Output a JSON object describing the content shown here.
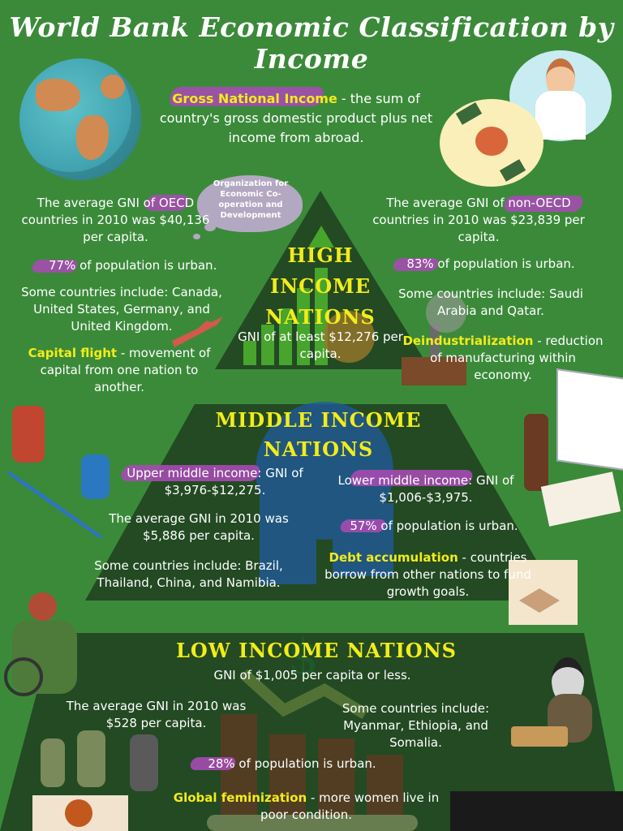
{
  "title": "World Bank Economic Classification by Income",
  "gni_definition": {
    "term": "Gross National Income",
    "text": "- the sum of country's gross domestic product plus net income from abroad."
  },
  "bubble": "Organization for Economic Co-operation and Development",
  "high": {
    "heading_1": "HIGH",
    "heading_2": "INCOME",
    "heading_3": "NATIONS",
    "threshold": "GNI of at least $12,276 per capita.",
    "oecd_gni_prefix": "The average GNI of",
    "oecd_term": "OECD",
    "oecd_gni_suffix": "countries in 2010 was $40,136 per capita.",
    "oecd_urban": "77% of population is urban.",
    "oecd_countries": "Some countries include: Canada, United States, Germany, and United Kingdom.",
    "capital_flight_term": "Capital flight",
    "capital_flight_text": "- movement of capital from one nation to another.",
    "non_oecd_gni_prefix": "The average GNI of",
    "non_oecd_term": "non-OECD",
    "non_oecd_gni_suffix": "countries in 2010 was $23,839 per capita.",
    "non_oecd_urban": "83% of population is urban.",
    "non_oecd_countries": "Some countries include: Saudi Arabia and Qatar.",
    "deind_term": "Deindustrialization",
    "deind_text": "- reduction of manufacturing within economy."
  },
  "middle": {
    "heading_1": "MIDDLE INCOME",
    "heading_2": "NATIONS",
    "upper": "Upper middle income: GNI of $3,976-$12,275.",
    "upper_avg": "The average GNI in 2010 was $5,886 per capita.",
    "upper_countries": "Some countries include: Brazil, Thailand, China, and Namibia.",
    "lower": "Lower middle income: GNI of $1,006-$3,975.",
    "lower_urban": "57% of population is urban.",
    "debt_term": "Debt accumulation",
    "debt_text": "- countries borrow from other nations to fund growth goals."
  },
  "low": {
    "heading": "LOW INCOME NATIONS",
    "threshold": "GNI of $1,005 per capita or less.",
    "avg": "The average GNI in 2010 was $528 per capita.",
    "countries": "Some countries include: Myanmar, Ethiopia, and Somalia.",
    "urban": "28% of population is urban.",
    "fem_term": "Global feminization",
    "fem_text": "- more women live in poor condition."
  },
  "colors": {
    "background": "#3b8a3a",
    "pyramid": "#234a23",
    "highlight_text": "#f2ec1a",
    "marker": "#a44bb0"
  }
}
